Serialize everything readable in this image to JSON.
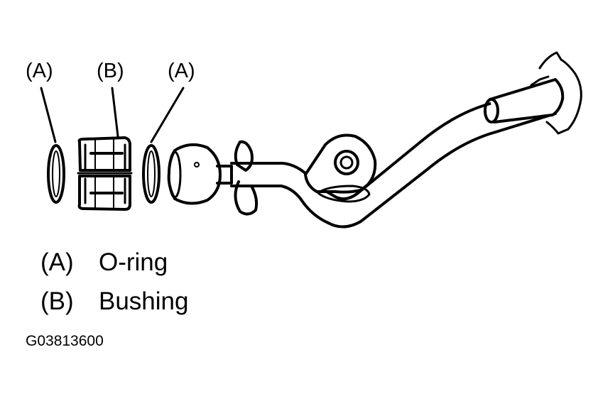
{
  "callouts": {
    "left": "(A)",
    "middle": "(B)",
    "right": "(A)"
  },
  "legend": [
    {
      "key": "(A)",
      "label": "O-ring"
    },
    {
      "key": "(B)",
      "label": "Bushing"
    }
  ],
  "figure_id": "G03813600",
  "colors": {
    "ink": "#000000",
    "paper": "#ffffff"
  }
}
